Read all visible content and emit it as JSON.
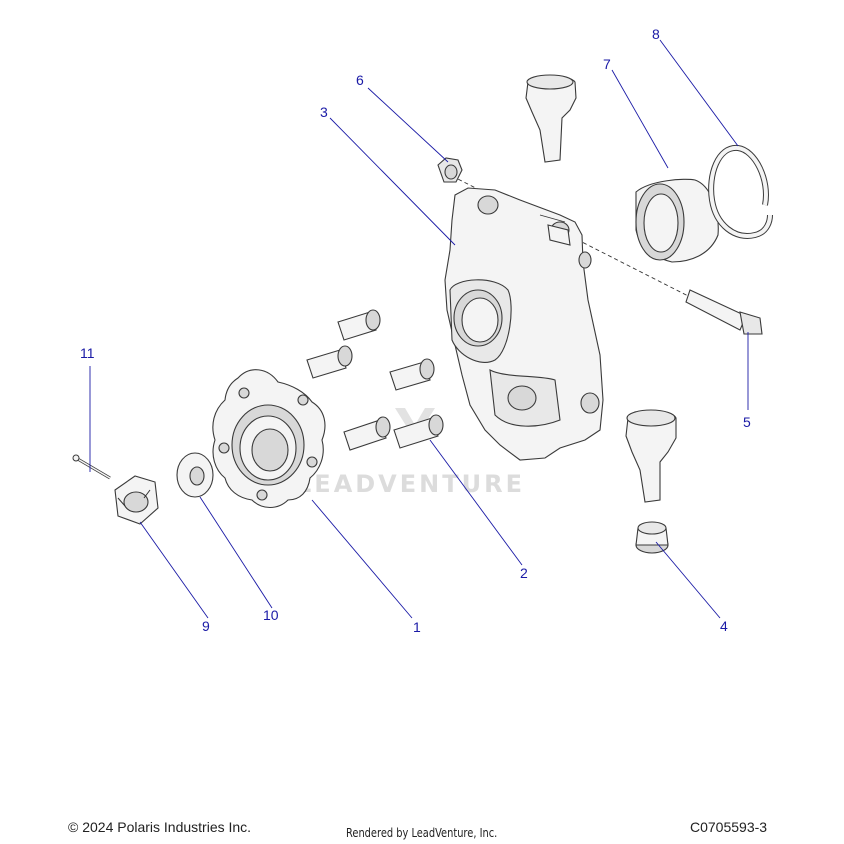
{
  "callouts": [
    "1",
    "2",
    "3",
    "4",
    "5",
    "6",
    "7",
    "8",
    "9",
    "10",
    "11"
  ],
  "watermark": "LEADVENTURE",
  "footer": {
    "copyright": "© 2024 Polaris Industries Inc.",
    "rendered_by": "Rendered by LeadVenture, Inc.",
    "drawing_code": "C0705593-3"
  }
}
